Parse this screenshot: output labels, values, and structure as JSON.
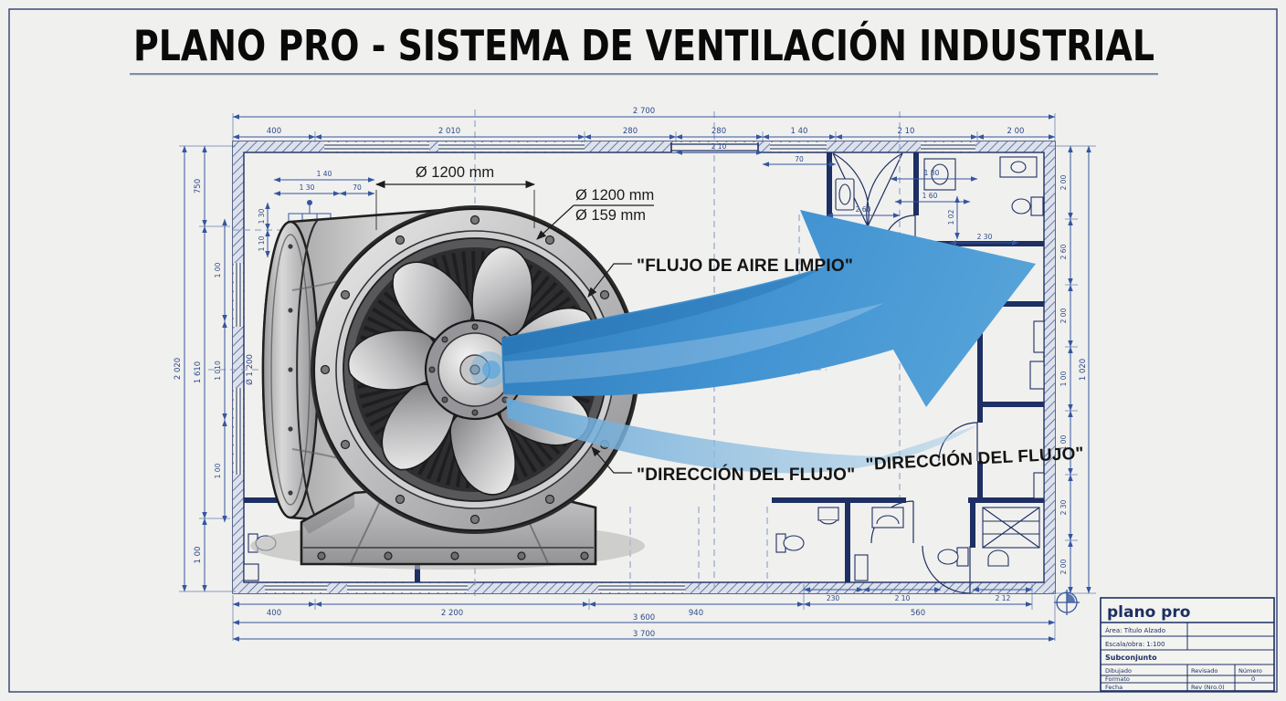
{
  "title": "PLANO PRO - SISTEMA DE VENTILACIÓN INDUSTRIAL",
  "labels": {
    "fan_top_dim": "Ø 1200 mm",
    "leader_dim_1": "Ø 1200 mm",
    "leader_dim_2": "Ø 159 mm",
    "flow_clean": "\"FLUJO DE AIRE LIMPIO\"",
    "flow_dir_left": "\"DIRECCIÓN DEL FLUJO\"",
    "flow_dir_right": "\"DIRECCIÓN DEL FLUJO\""
  },
  "dims": {
    "top_overall": "2 700",
    "top": [
      "400",
      "2 010",
      "280",
      "280",
      "1 40",
      "2 10",
      "2 00"
    ],
    "top_sub": [
      "2 10",
      "70"
    ],
    "bottom": [
      "400",
      "2 200",
      "940",
      "560"
    ],
    "bottom_sub": [
      "230",
      "2 10",
      "2 12"
    ],
    "bottom_overall_1": "3 600",
    "bottom_overall_2": "3 700",
    "left": [
      "750",
      "1 610",
      "1 00"
    ],
    "left_inner": [
      "1 00",
      "1 010",
      "1 00"
    ],
    "left_overall": "2 020",
    "fan_side": "Ø 1 200",
    "right": [
      "2 00",
      "2 60",
      "2 00",
      "1 00",
      "1 00",
      "2 30",
      "2 00"
    ],
    "right_overall": "1 020",
    "equip": [
      "1 40",
      "1 30",
      "70",
      "1 30",
      "1 10"
    ],
    "interior": [
      "1 80",
      "1 60",
      "2 60",
      "1 02",
      "2 30",
      "1 80"
    ]
  },
  "title_block": {
    "name": "plano pro",
    "row_area": "Área: Título Alzado",
    "row_escala": "Escala/obra: 1:100",
    "row_sub": "Subconjunto",
    "col_1": "Dibujado",
    "col_2": "Revisado",
    "col_3": "Número",
    "r6c1": "Formato",
    "r6c3": "0",
    "r7c1": "Fecha",
    "r7c2": "Rev (Nro.0)"
  },
  "colors": {
    "paper": "#f0f0ee",
    "wall_navy": "#1d2f63",
    "dim_blue": "#35569e",
    "flow_blue": "#3f8fcd",
    "flow_blue_dark": "#1b64a3",
    "flow_blue_light": "#a7cde9"
  }
}
